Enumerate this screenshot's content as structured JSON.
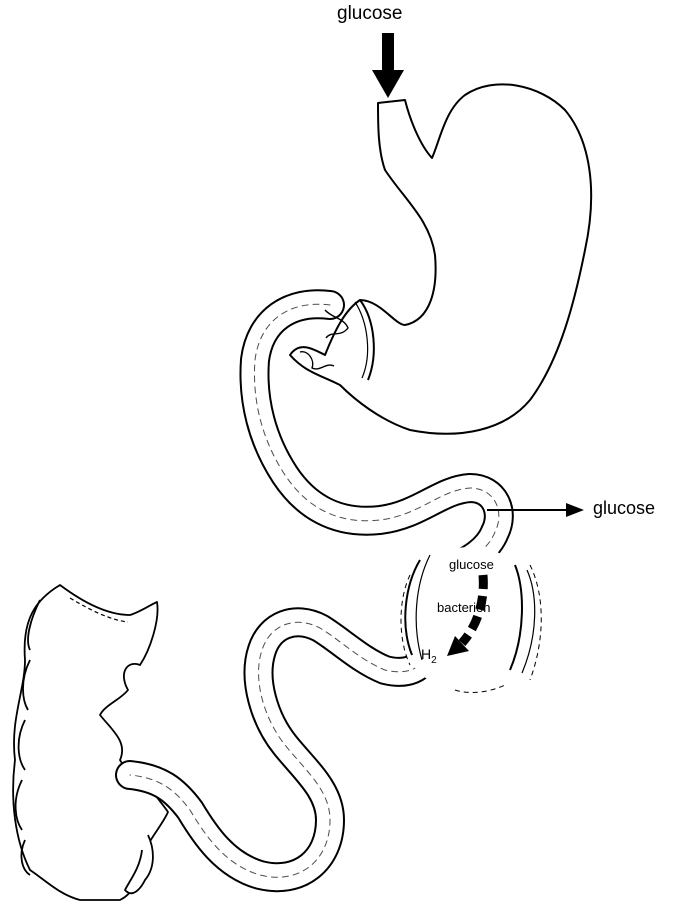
{
  "labels": {
    "input_top": "glucose",
    "output_right": "glucose",
    "inner_substrate": "glucose",
    "inner_agent": "bacterien",
    "inner_product_main": "H",
    "inner_product_sub": "2"
  },
  "colors": {
    "stroke": "#000000",
    "fill": "#ffffff",
    "arrow": "#000000"
  }
}
